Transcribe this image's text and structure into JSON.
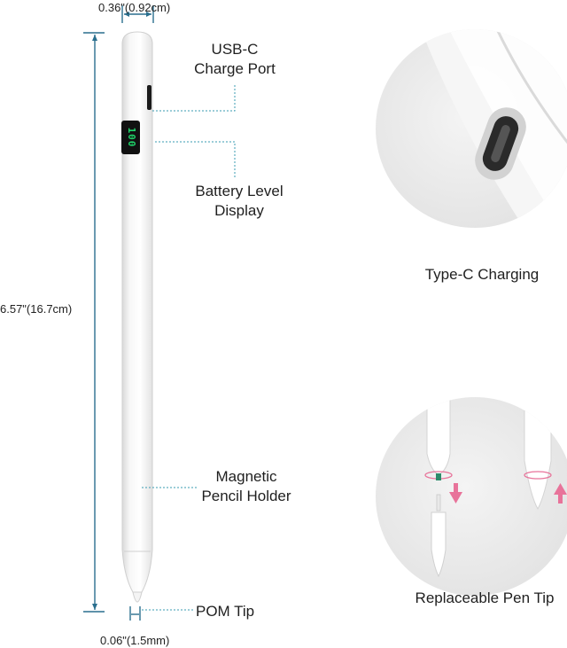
{
  "dimensions": {
    "width_label": "0.36\"(0.92cm)",
    "length_label": "6.57\"(16.7cm)",
    "tip_label": "0.06\"(1.5mm)"
  },
  "callouts": {
    "usbc_line1": "USB-C",
    "usbc_line2": "Charge Port",
    "battery_line1": "Battery Level",
    "battery_line2": "Display",
    "magnetic_line1": "Magnetic",
    "magnetic_line2": "Pencil Holder",
    "pom_tip": "POM Tip"
  },
  "battery_display_value": "100",
  "captions": {
    "typec": "Type-C Charging",
    "replaceable": "Replaceable Pen Tip"
  },
  "colors": {
    "dimension_line": "#2a6f8e",
    "callout_line": "#3a9bb2",
    "display_green": "#1fd46a",
    "arrow_pink": "#e8739a",
    "circle_bg": "#ececec"
  }
}
